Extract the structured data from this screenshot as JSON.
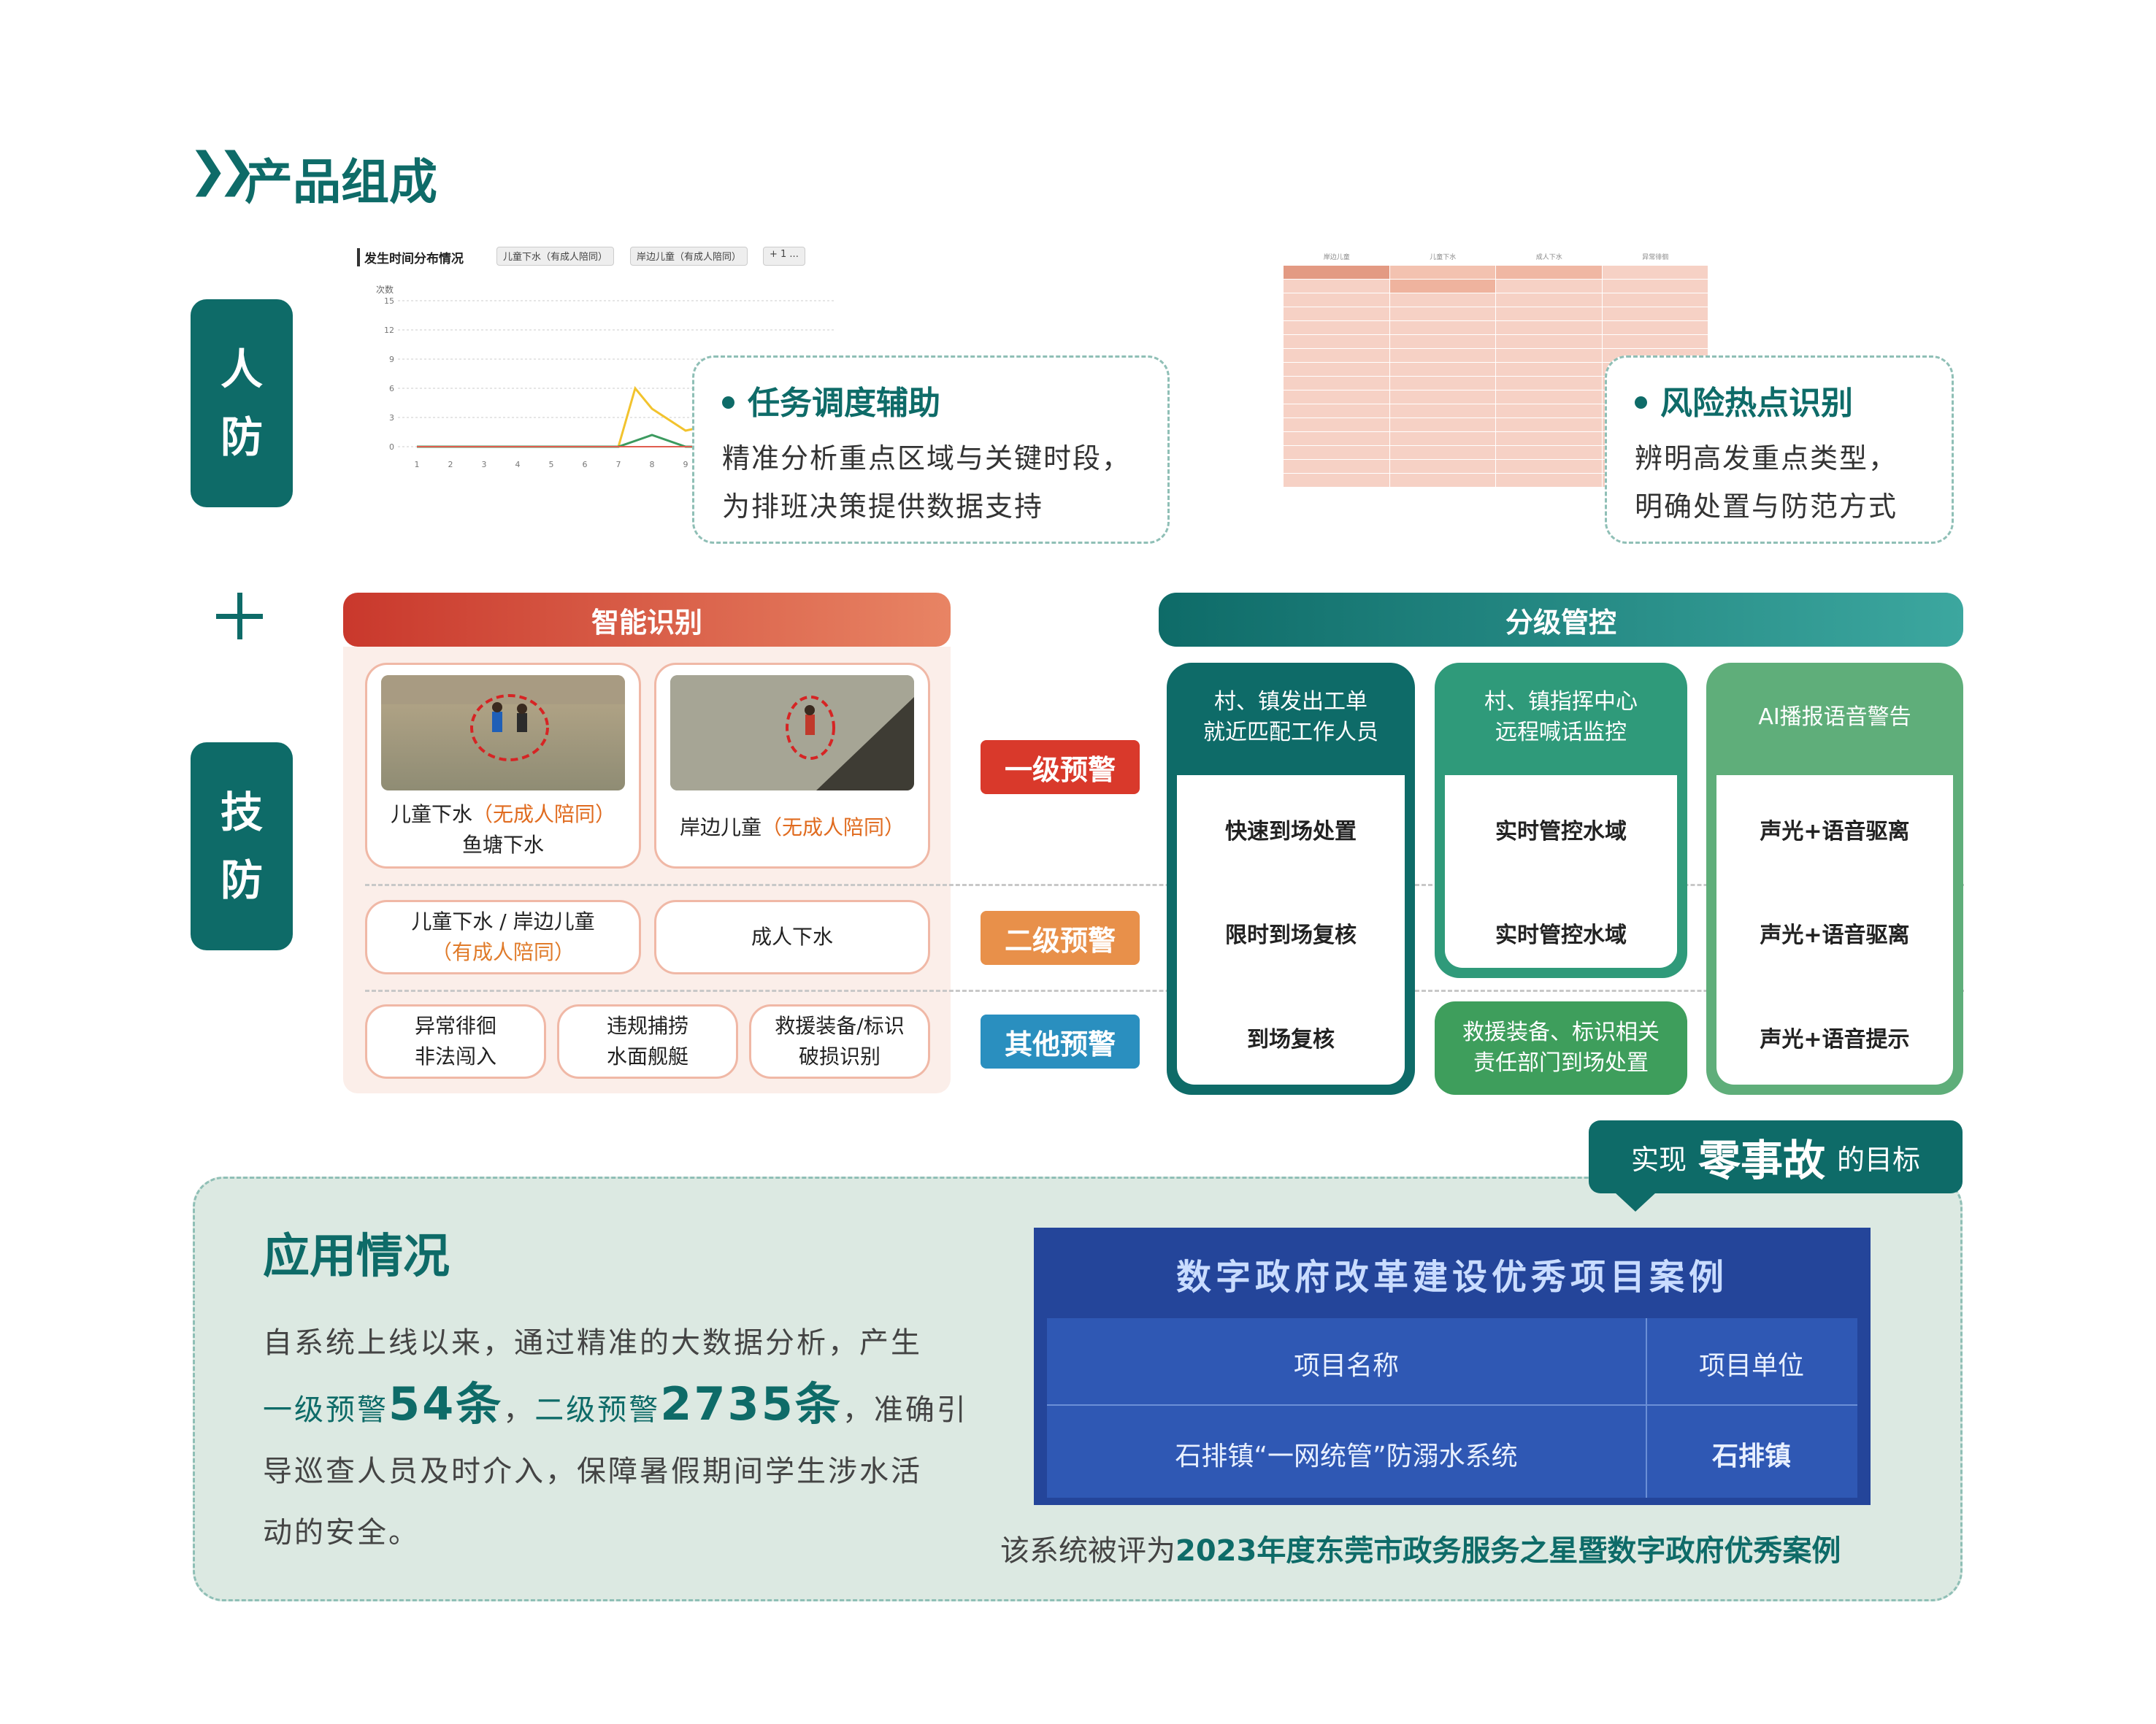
{
  "header": {
    "title": "产品组成"
  },
  "tabs": {
    "renfang": [
      "人",
      "防"
    ],
    "jifang": [
      "技",
      "防"
    ]
  },
  "line_chart_shot": {
    "title": "发生时间分布情况",
    "chips": [
      "儿童下水（有成人陪同）",
      "岸边儿童（有成人陪同）",
      "+ 1 ..."
    ],
    "y_label": "次数",
    "y_ticks": [
      "15",
      "12",
      "9",
      "6",
      "3",
      "0"
    ],
    "x_ticks": [
      "1",
      "2",
      "3",
      "4",
      "5",
      "6",
      "7",
      "8",
      "9"
    ],
    "series_colors": [
      "#f2c32e",
      "#3c9a5f",
      "#e05d4f"
    ]
  },
  "heatmap_shot": {
    "columns": [
      "岸边儿童",
      "儿童下水",
      "成人下水",
      "异常徘徊"
    ]
  },
  "callout_left": {
    "title": "任务调度辅助",
    "line1": "精准分析重点区域与关键时段，",
    "line2": "为排班决策提供数据支持"
  },
  "callout_right": {
    "title": "风险热点识别",
    "line1": "辨明高发重点类型，",
    "line2": "明确处置与防范方式"
  },
  "smart": {
    "header": "智能识别",
    "card1_line1_a": "儿童下水",
    "card1_line1_b": "（无成人陪同）",
    "card1_line2": "鱼塘下水",
    "card2_a": "岸边儿童",
    "card2_b": "（无成人陪同）",
    "card3_line1": "儿童下水 / 岸边儿童",
    "card3_line2": "（有成人陪同）",
    "card4": "成人下水",
    "card5_line1": "异常徘徊",
    "card5_line2": "非法闯入",
    "card6_line1": "违规捕捞",
    "card6_line2": "水面舰艇",
    "card7_line1": "救援装备/标识",
    "card7_line2": "破损识别"
  },
  "levels": {
    "l1": "一级预警",
    "l2": "二级预警",
    "l3": "其他预警",
    "colors": [
      "#d9392b",
      "#e8904a",
      "#2a8fbf"
    ]
  },
  "control": {
    "header": "分级管控",
    "col1_head": [
      "村、镇发出工单",
      "就近匹配工作人员"
    ],
    "col1_rows": [
      "快速到场处置",
      "限时到场复核",
      "到场复核"
    ],
    "col2_head": [
      "村、镇指挥中心",
      "远程喊话监控"
    ],
    "col2_rows": [
      "实时管控水域",
      "实时管控水域"
    ],
    "col2_extra": [
      "救援装备、标识相关",
      "责任部门到场处置"
    ],
    "col3_head": "AI播报语音警告",
    "col3_rows": [
      "声光+语音驱离",
      "声光+语音驱离",
      "声光+语音提示"
    ]
  },
  "goal": {
    "pre": "实现",
    "bold": "零事故",
    "post": "的目标"
  },
  "application": {
    "title": "应用情况",
    "p1": "自系统上线以来，通过精准的大数据分析，产生",
    "l1_label": "一级预警",
    "l1_count": "54条",
    "sep": "，",
    "l2_label": "二级预警",
    "l2_count": "2735条",
    "p2_tail": "，准确引",
    "p3": "导巡查人员及时介入，保障暑假期间学生涉水活",
    "p4": "动的安全。"
  },
  "award": {
    "title": "数字政府改革建设优秀项目案例",
    "col_name": "项目名称",
    "col_unit": "项目单位",
    "project": "石排镇“一网统管”防溺水系统",
    "unit": "石排镇",
    "caption_pre": "该系统被评为",
    "caption_bold": "2023年度东莞市政务服务之星暨数字政府优秀案例"
  }
}
